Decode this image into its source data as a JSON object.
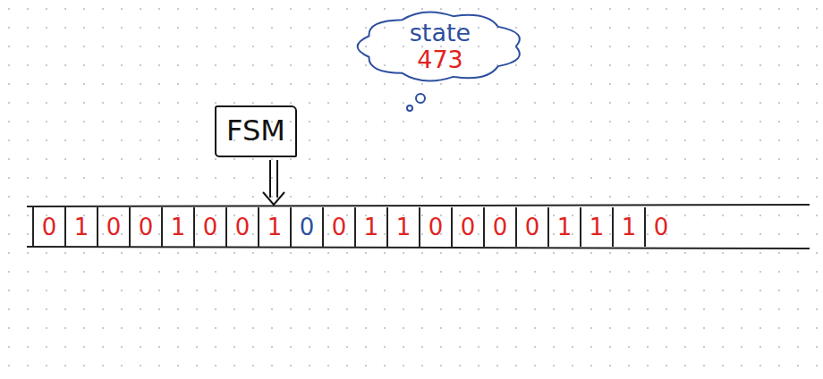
{
  "diagram": {
    "nodes": [
      {
        "text": [
          "state",
          "473"
        ]
      },
      {
        "text": [
          "FSM"
        ]
      },
      {
        "text": [
          "0"
        ]
      },
      {
        "text": [
          "1"
        ]
      },
      {
        "text": [
          "0"
        ]
      },
      {
        "text": [
          "0"
        ]
      },
      {
        "text": [
          "1"
        ]
      },
      {
        "text": [
          "0"
        ]
      },
      {
        "text": [
          "0"
        ]
      },
      {
        "text": [
          "1"
        ]
      },
      {
        "text": [
          "0"
        ]
      },
      {
        "text": [
          "0"
        ]
      },
      {
        "text": [
          "1"
        ]
      },
      {
        "text": [
          "1"
        ]
      },
      {
        "text": [
          "0"
        ]
      },
      {
        "text": [
          "0"
        ]
      },
      {
        "text": [
          "0"
        ]
      },
      {
        "text": [
          "0"
        ]
      },
      {
        "text": [
          "1"
        ]
      },
      {
        "text": [
          "1"
        ]
      },
      {
        "text": [
          "1"
        ]
      },
      {
        "text": [
          "0"
        ]
      }
    ],
    "edges": [
      {
        "from": 1,
        "to": 9,
        "arrow": "to"
      }
    ]
  }
}
